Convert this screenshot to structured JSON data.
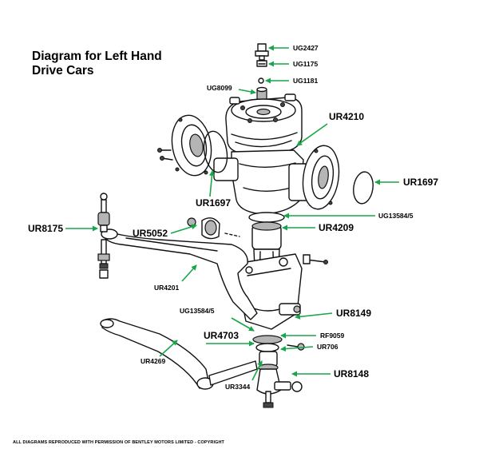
{
  "title": {
    "line1": "Diagram for Left Hand",
    "line2": "Drive Cars"
  },
  "footer": "ALL DIAGRAMS REPRODUCED WITH PERMISSION OF BENTLEY MOTORS LIMITED - COPYRIGHT",
  "colors": {
    "leader": "#19a64a",
    "ink": "#111111",
    "shade": "#b5b5b5"
  },
  "parts": {
    "ug2427": "UG2427",
    "ug1175": "UG1175",
    "ug1181": "UG1181",
    "ug8099": "UG8099",
    "ur4210": "UR4210",
    "ur1697_right": "UR1697",
    "ur1697_left": "UR1697",
    "ug13584_top": "UG13584/5",
    "ur4209": "UR4209",
    "ur8175": "UR8175",
    "ur5052": "UR5052",
    "ur4201": "UR4201",
    "ur8149": "UR8149",
    "ug13584_bottom": "UG13584/5",
    "rf9059": "RF9059",
    "ur4703": "UR4703",
    "ur706": "UR706",
    "ur4269": "UR4269",
    "ur8148": "UR8148",
    "ur3344": "UR3344"
  }
}
